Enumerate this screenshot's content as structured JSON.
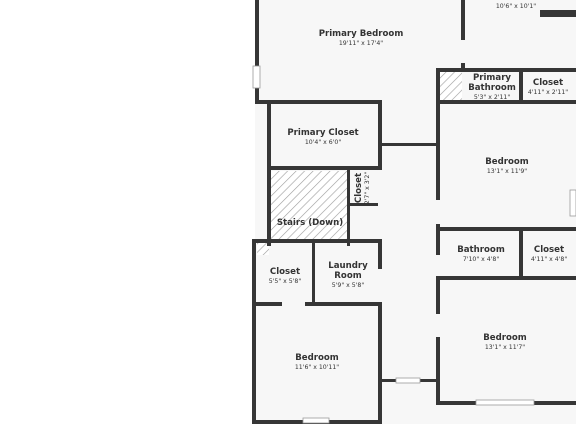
{
  "colors": {
    "wall": "#363636",
    "floor": "#f7f7f7",
    "background": "#ffffff",
    "hatch": "#9e9e9e",
    "text": "#333333"
  },
  "rooms": {
    "primary_bedroom": {
      "name": "Primary Bedroom",
      "dims": "19'11\" x 17'4\""
    },
    "top_right_room": {
      "name": "",
      "dims": "10'6\" x 10'1\""
    },
    "primary_bathroom": {
      "name_line1": "Primary",
      "name_line2": "Bathroom",
      "dims": "5'3\" x 2'11\""
    },
    "closet_top_right": {
      "name": "Closet",
      "dims": "4'11\" x 2'11\""
    },
    "primary_closet": {
      "name": "Primary Closet",
      "dims": "10'4\" x 6'0\""
    },
    "bedroom_right": {
      "name": "Bedroom",
      "dims": "13'1\" x 11'9\""
    },
    "closet_small": {
      "name": "Closet",
      "dims": "2'7\" x 3'2\""
    },
    "stairs": {
      "name": "Stairs (Down)"
    },
    "bathroom": {
      "name": "Bathroom",
      "dims": "7'10\" x 4'8\""
    },
    "closet_right": {
      "name": "Closet",
      "dims": "4'11\" x 4'8\""
    },
    "closet_left": {
      "name": "Closet",
      "dims": "5'5\" x 5'8\""
    },
    "laundry": {
      "name_line1": "Laundry",
      "name_line2": "Room",
      "dims": "5'9\" x 5'8\""
    },
    "bedroom_bottom_left": {
      "name": "Bedroom",
      "dims": "11'6\" x 10'11\""
    },
    "bedroom_bottom_right": {
      "name": "Bedroom",
      "dims": "13'1\" x 11'7\""
    }
  }
}
